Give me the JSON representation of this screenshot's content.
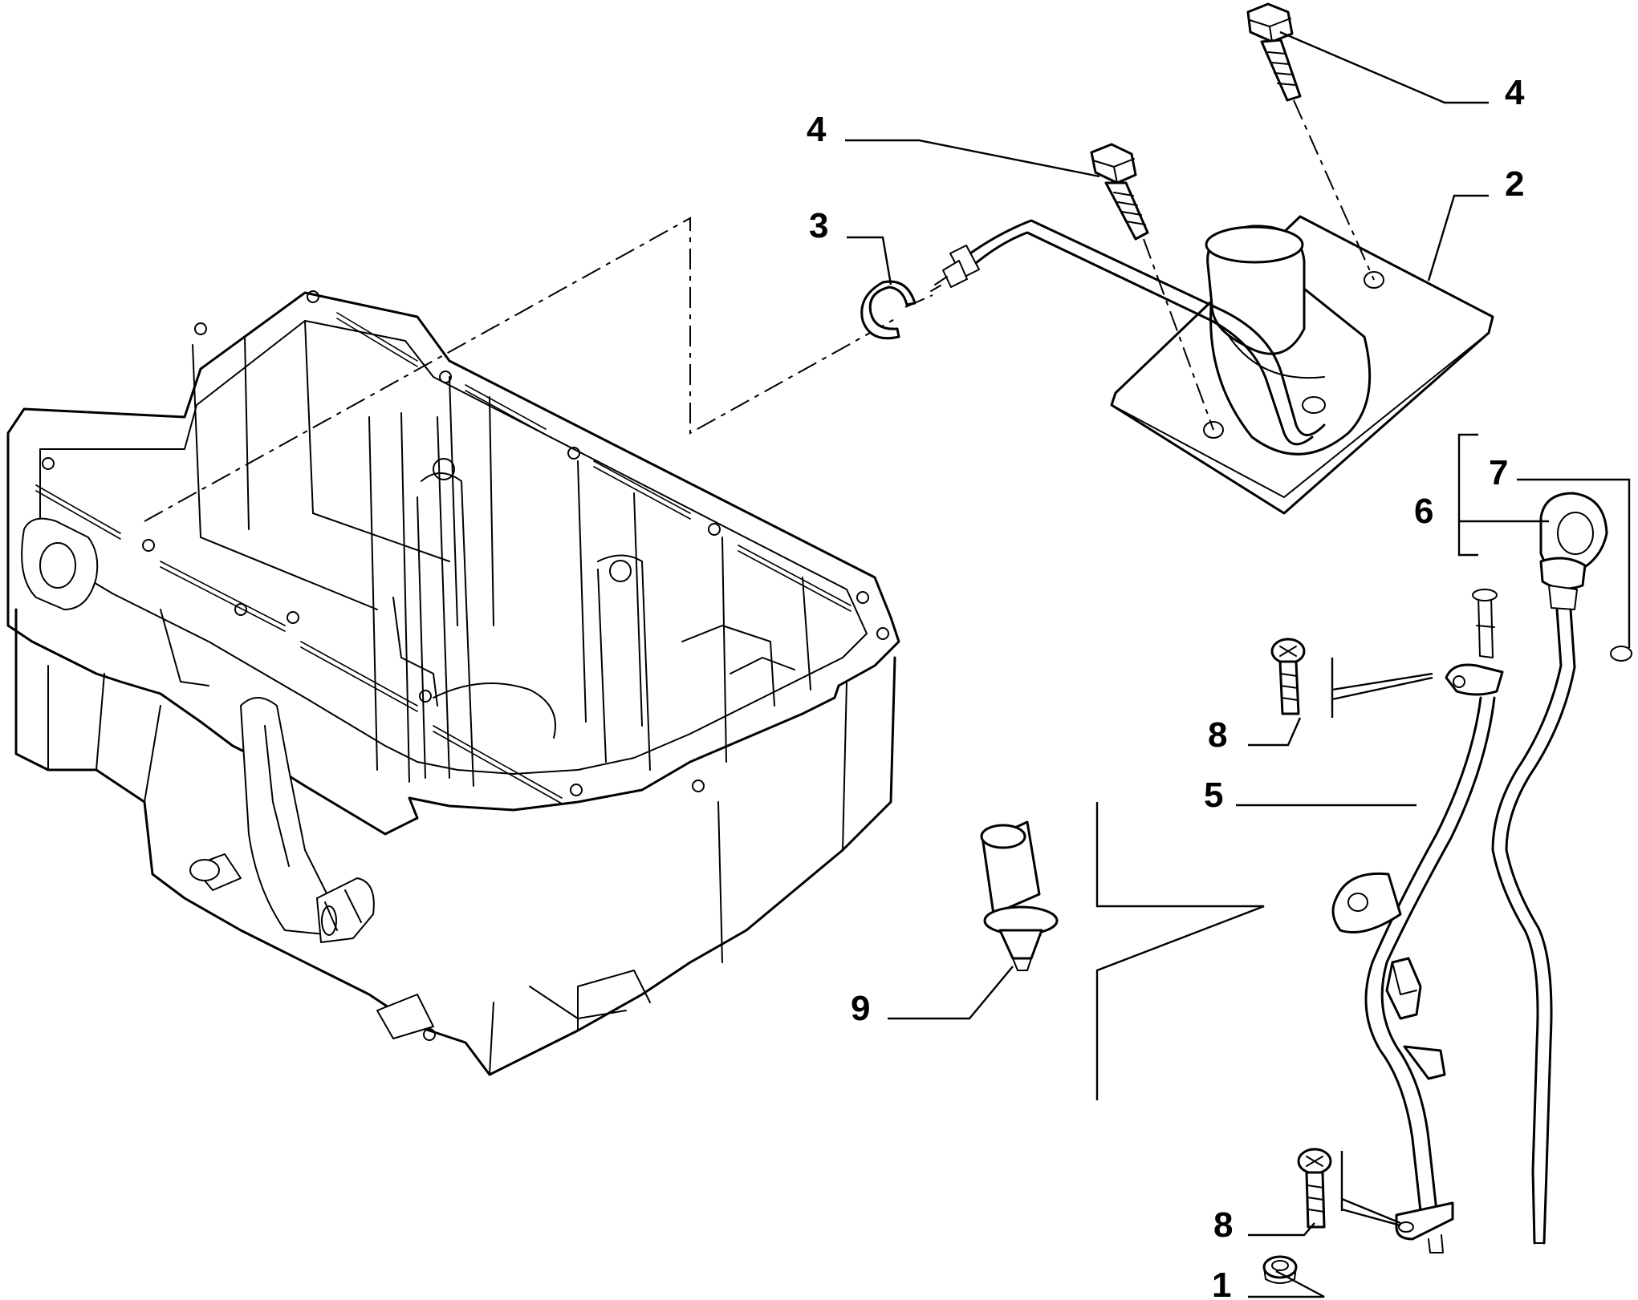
{
  "diagram": {
    "callouts": [
      {
        "id": "oil-level-sensor",
        "label": "1"
      },
      {
        "id": "oil-pick-up-strainer",
        "label": "2"
      },
      {
        "id": "retaining-clip",
        "label": "3"
      },
      {
        "id": "strainer-bolt-right",
        "label": "4"
      },
      {
        "id": "strainer-bolt-left",
        "label": "4"
      },
      {
        "id": "dipstick-guide-tube",
        "label": "5"
      },
      {
        "id": "dipstick-assembly",
        "label": "6"
      },
      {
        "id": "dipstick-seal",
        "label": "7"
      },
      {
        "id": "bracket-screw-upper",
        "label": "8"
      },
      {
        "id": "bracket-screw-lower",
        "label": "8"
      },
      {
        "id": "oil-drain-plug",
        "label": "9"
      }
    ]
  }
}
